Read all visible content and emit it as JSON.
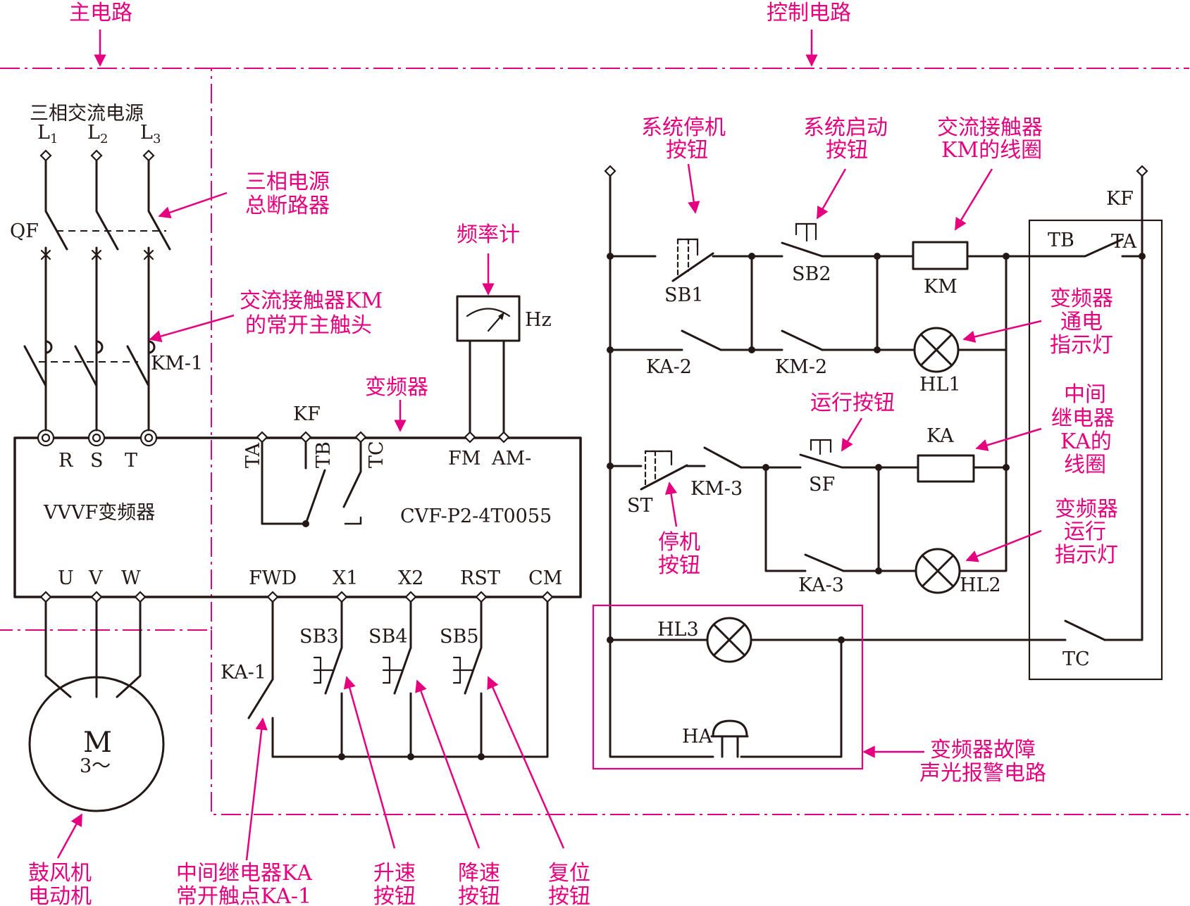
{
  "colors": {
    "wire": "#231815",
    "annotation": "#e4007f",
    "background": "#ffffff"
  },
  "sections": {
    "main": "主电路",
    "control": "控制电路"
  },
  "power": {
    "title": "三相交流电源",
    "phases": [
      "L",
      "L",
      "L"
    ],
    "phase_subs": [
      "1",
      "2",
      "3"
    ],
    "qf": "QF",
    "km1": "KM-1",
    "note_breaker": [
      "三相电源",
      "总断路器"
    ],
    "note_contactor": [
      "交流接触器KM",
      "的常开主触头"
    ]
  },
  "inverter": {
    "name": "VVVF变频器",
    "model": "CVF-P2-4T0055",
    "inputs": [
      "R",
      "S",
      "T"
    ],
    "outputs": [
      "U",
      "V",
      "W"
    ],
    "kf": "KF",
    "relay_terms": [
      "TA",
      "TB",
      "TC"
    ],
    "meter_terms": [
      "FM",
      "AM-"
    ],
    "controls": [
      "FWD",
      "X1",
      "X2",
      "RST",
      "CM"
    ],
    "note": "变频器"
  },
  "meter": {
    "label": "频率计",
    "unit": "Hz"
  },
  "motor": {
    "symbol": "M",
    "phases": "3～",
    "note": [
      "鼓风机",
      "电动机"
    ]
  },
  "control_inputs": {
    "ka1": "KA-1",
    "buttons": [
      "SB3",
      "SB4",
      "SB5"
    ],
    "note_ka1": [
      "中间继电器KA",
      "常开触点KA-1"
    ],
    "note_up": [
      "升速",
      "按钮"
    ],
    "note_down": [
      "降速",
      "按钮"
    ],
    "note_reset": [
      "复位",
      "按钮"
    ]
  },
  "control_circuit": {
    "sb1": "SB1",
    "sb2": "SB2",
    "km": "KM",
    "ka2": "KA-2",
    "km2": "KM-2",
    "hl1": "HL1",
    "st": "ST",
    "km3": "KM-3",
    "sf": "SF",
    "ka": "KA",
    "ka3": "KA-3",
    "hl2": "HL2",
    "kf": "KF",
    "tb": "TB",
    "ta": "TA",
    "tc": "TC",
    "hl3": "HL3",
    "ha": "HA",
    "note_stop_system": [
      "系统停机",
      "按钮"
    ],
    "note_start_system": [
      "系统启动",
      "按钮"
    ],
    "note_km_coil": [
      "交流接触器",
      "KM的线圈"
    ],
    "note_power_lamp": [
      "变频器",
      "通电",
      "指示灯"
    ],
    "note_run_button": "运行按钮",
    "note_ka_coil": [
      "中间",
      "继电器",
      "KA的",
      "线圈"
    ],
    "note_stop_button": [
      "停机",
      "按钮"
    ],
    "note_run_lamp": [
      "变频器",
      "运行",
      "指示灯"
    ],
    "note_alarm": [
      "变频器故障",
      "声光报警电路"
    ]
  }
}
